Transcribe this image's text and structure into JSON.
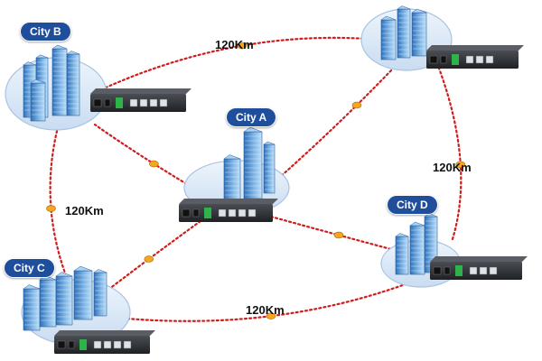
{
  "cities": [
    {
      "id": "a",
      "label": "City A"
    },
    {
      "id": "b",
      "label": "City B"
    },
    {
      "id": "c",
      "label": "City C"
    },
    {
      "id": "d",
      "label": "City D"
    },
    {
      "id": "e",
      "label": ""
    }
  ],
  "links": [
    {
      "id": "b-e",
      "from": "b",
      "to": "e",
      "distance": "120Km"
    },
    {
      "id": "e-d",
      "from": "e",
      "to": "d",
      "distance": "120Km"
    },
    {
      "id": "b-c",
      "from": "b",
      "to": "c",
      "distance": "120Km"
    },
    {
      "id": "c-d",
      "from": "c",
      "to": "d",
      "distance": "120Km"
    },
    {
      "id": "a-b",
      "from": "a",
      "to": "b",
      "distance": ""
    },
    {
      "id": "a-e",
      "from": "a",
      "to": "e",
      "distance": ""
    },
    {
      "id": "a-c",
      "from": "a",
      "to": "c",
      "distance": ""
    },
    {
      "id": "a-d",
      "from": "a",
      "to": "d",
      "distance": ""
    }
  ],
  "colors": {
    "link": "#d11c1c",
    "marker": "#f5a623",
    "label_pill": "#1f4f9c",
    "disc": "#dbe8f6",
    "disc_edge": "#a9c3e3",
    "building_light": "#8fc0ea",
    "building_dark": "#3d7fc4",
    "device_body": "#2c2f33",
    "device_green": "#2db34a"
  },
  "icons": {
    "city": "skyscraper-cluster",
    "node": "fiber-media-converter"
  }
}
